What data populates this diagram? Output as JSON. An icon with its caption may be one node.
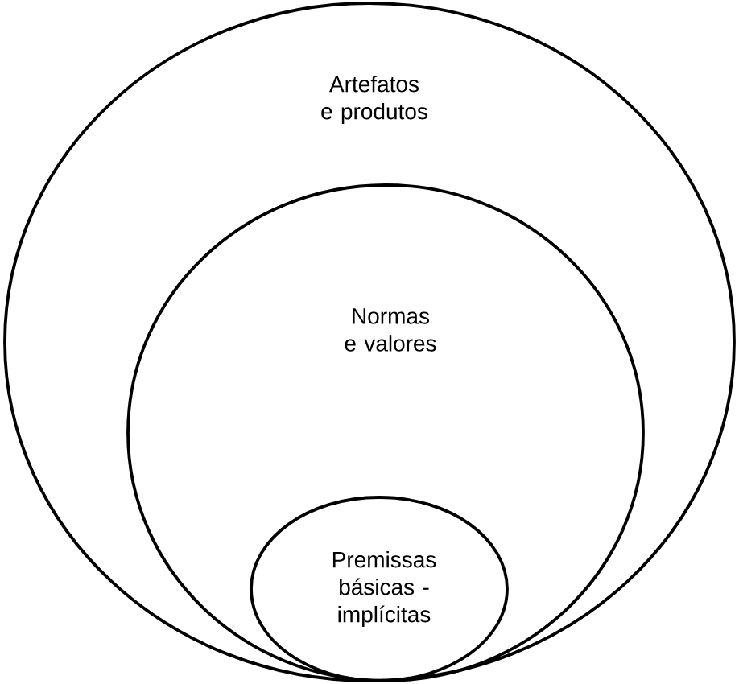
{
  "diagram": {
    "nodes": [
      {
        "text": [
          "Artefatos e produtos"
        ]
      },
      {
        "text": [
          "Normas e valores"
        ],
        "in": 0
      },
      {
        "text": [
          "Premissas básicas - implícitas"
        ],
        "in": 1
      }
    ]
  }
}
